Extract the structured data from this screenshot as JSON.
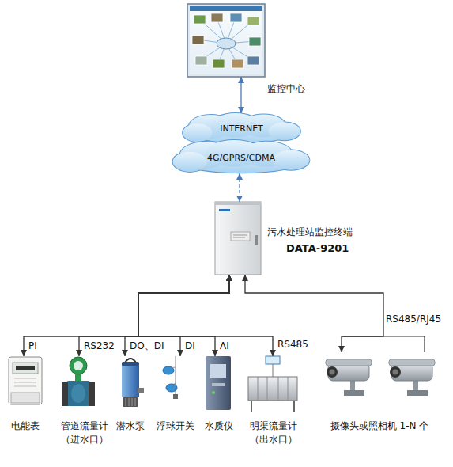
{
  "diagram": {
    "nodes": [
      {
        "text": [
          "监控中心"
        ]
      },
      {
        "text": [
          "INTERNET"
        ]
      },
      {
        "text": [
          "4G/GPRS/CDMA"
        ]
      },
      {
        "text": [
          "污水处理站监控终端",
          "DATA-9201"
        ]
      },
      {
        "text": [
          "电能表"
        ]
      },
      {
        "text": [
          "管道流量计 （进水口）"
        ]
      },
      {
        "text": [
          "潜水泵"
        ]
      },
      {
        "text": [
          "浮球开关"
        ]
      },
      {
        "text": [
          "水质仪"
        ]
      },
      {
        "text": [
          "明渠流量计 （出水口）"
        ]
      },
      {
        "text": [
          "摄像头或照相机 1-N 个"
        ]
      }
    ],
    "edges": [
      {
        "from": 0,
        "to": 1,
        "arrow": "both"
      },
      {
        "from": 2,
        "to": 3,
        "arrow": "both"
      },
      {
        "from": 3,
        "to": 4,
        "label": "PI",
        "arrow": "both"
      },
      {
        "from": 3,
        "to": 5,
        "label": "RS232",
        "arrow": "both"
      },
      {
        "from": 3,
        "to": 6,
        "label": "DO、DI",
        "arrow": "both"
      },
      {
        "from": 3,
        "to": 7,
        "label": "DI",
        "arrow": "both"
      },
      {
        "from": 3,
        "to": 8,
        "label": "AI",
        "arrow": "both"
      },
      {
        "from": 3,
        "to": 9,
        "label": "RS485",
        "arrow": "both"
      },
      {
        "from": 3,
        "to": 10,
        "label": "RS485/RJ45",
        "arrow": "both"
      }
    ]
  }
}
